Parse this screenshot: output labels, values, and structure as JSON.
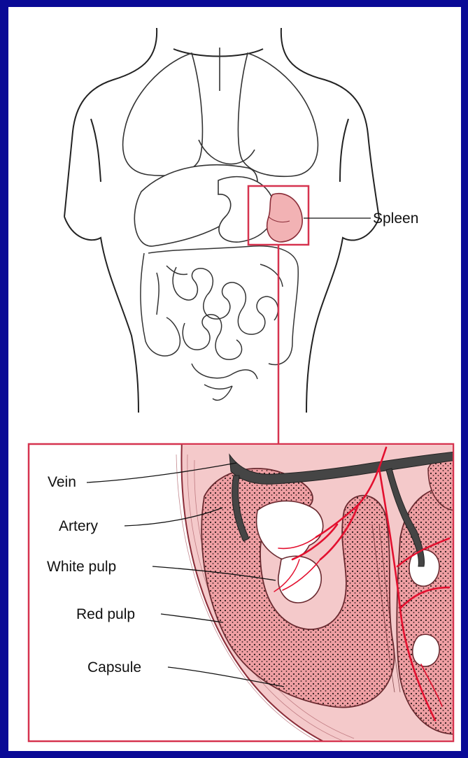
{
  "labels": {
    "spleen": "Spleen",
    "vein": "Vein",
    "artery": "Artery",
    "white_pulp": "White pulp",
    "red_pulp": "Red pulp",
    "capsule": "Capsule"
  },
  "colors": {
    "frame": "#0a0a96",
    "highlight": "#d6334f",
    "pulp": "#ef9fa3",
    "capsule": "#f4c9ca",
    "vein": "#454545",
    "artery": "#e3102f"
  }
}
